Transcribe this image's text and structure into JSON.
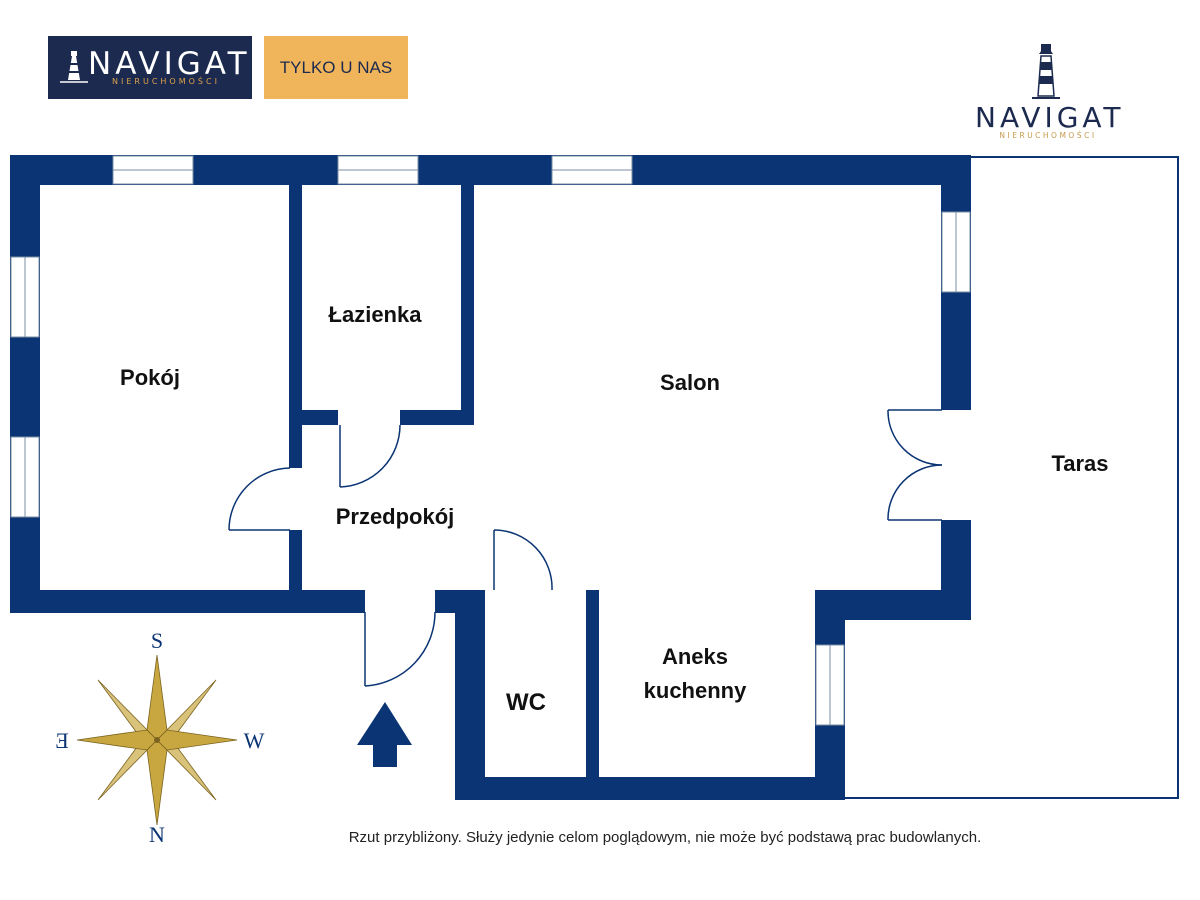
{
  "header": {
    "logo_name": "NAVIGAT",
    "logo_subtitle": "NIERUCHOMOŚCI",
    "badge_label": "TYLKO U NAS",
    "brand_name": "NAVIGAT",
    "brand_subtitle": "NIERUCHOMOŚCI"
  },
  "rooms": {
    "pokoj": "Pokój",
    "lazienka": "Łazienka",
    "salon": "Salon",
    "przedpokoj": "Przedpokój",
    "taras": "Taras",
    "aneks_line1": "Aneks",
    "aneks_line2": "kuchenny",
    "wc": "WC"
  },
  "compass": {
    "north": "S",
    "south": "N",
    "west": "E",
    "east": "W"
  },
  "disclaimer": "Rzut przybliżony. Służy jedynie celom poglądowym, nie może być podstawą prac budowlanych.",
  "colors": {
    "wall": "#0b3474",
    "logo_bg": "#1b2a4e",
    "badge_bg": "#f0b45a",
    "compass_gold": "#c8a640"
  },
  "icons": [
    "lighthouse-icon",
    "compass-rose-icon",
    "entrance-arrow-icon"
  ]
}
